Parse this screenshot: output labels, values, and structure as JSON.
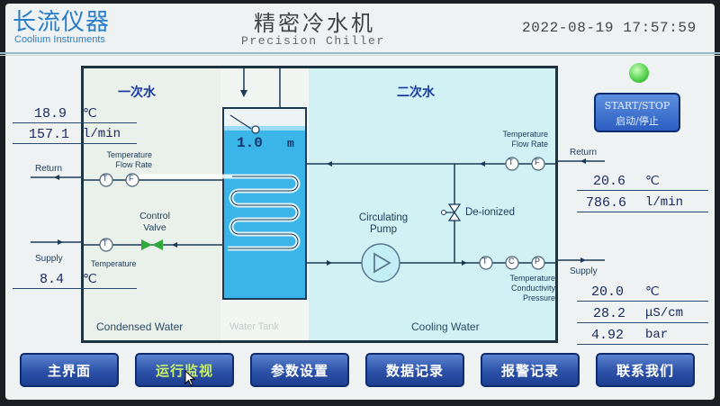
{
  "header": {
    "brand_cn": "长流仪器",
    "brand_en": "Coolium Instruments",
    "title_cn": "精密冷水机",
    "title_en": "Precision Chiller",
    "datetime": "2022-08-19 17:57:59"
  },
  "diagram": {
    "primary_label": "一次水",
    "secondary_label": "二次水",
    "level_value": "1.0",
    "level_unit": "m",
    "circulating_pump": "Circulating Pump",
    "deionized": "De-ionized",
    "control_valve": "Control Valve",
    "condensed_water": "Condensed Water",
    "water_tank": "Water Tank",
    "cooling_water": "Cooling Water",
    "left_return": "Return",
    "left_supply": "Supply",
    "left_temp_flow": "Temperature Flow Rate",
    "left_temperature": "Temperature",
    "right_return": "Return",
    "right_supply": "Supply",
    "right_temp_flow": "Temperature Flow Rate",
    "right_sensors_label": "Temperature Conductivity Pressure",
    "sensor_t": "T",
    "sensor_f": "F",
    "sensor_c": "C",
    "sensor_p": "P"
  },
  "left_readings": {
    "temp_value": "18.9",
    "temp_unit": "℃",
    "flow_value": "157.1",
    "flow_unit": "l/min",
    "supply_temp_value": "8.4",
    "supply_temp_unit": "℃"
  },
  "right_readings": {
    "return_temp_value": "20.6",
    "return_temp_unit": "℃",
    "return_flow_value": "786.6",
    "return_flow_unit": "l/min",
    "supply_temp_value": "20.0",
    "supply_temp_unit": "℃",
    "conductivity_value": "28.2",
    "conductivity_unit": "μS/cm",
    "pressure_value": "4.92",
    "pressure_unit": "bar"
  },
  "controls": {
    "start_stop_en": "START/STOP",
    "start_stop_cn": "启动/停止",
    "status_color": "#4fce4a"
  },
  "nav": {
    "items": [
      {
        "label": "主界面"
      },
      {
        "label": "运行监视",
        "active": true
      },
      {
        "label": "参数设置"
      },
      {
        "label": "数据记录"
      },
      {
        "label": "报警记录"
      },
      {
        "label": "联系我们"
      }
    ]
  },
  "colors": {
    "accent": "#2a7ec8",
    "primary_bg": "#eaf1ef",
    "secondary_bg": "#d8f3f6",
    "tank_water": "#39b3e6",
    "pipe": "#1b3a56",
    "valve": "#2faa3a"
  }
}
